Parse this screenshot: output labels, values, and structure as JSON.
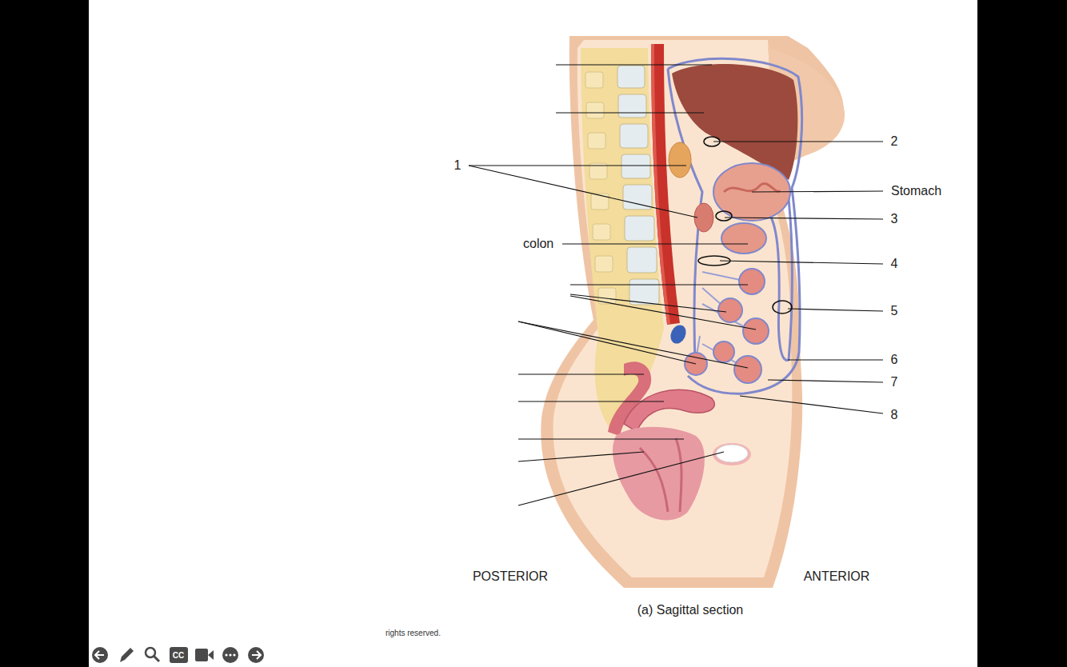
{
  "diagram": {
    "caption": "(a) Sagittal section",
    "labels": [
      "1",
      "2",
      "Stomach",
      "3",
      "colon",
      "4",
      "5",
      "6",
      "7",
      "8",
      "POSTERIOR",
      "ANTERIOR",
      "rights reserved.",
      "CC"
    ]
  }
}
